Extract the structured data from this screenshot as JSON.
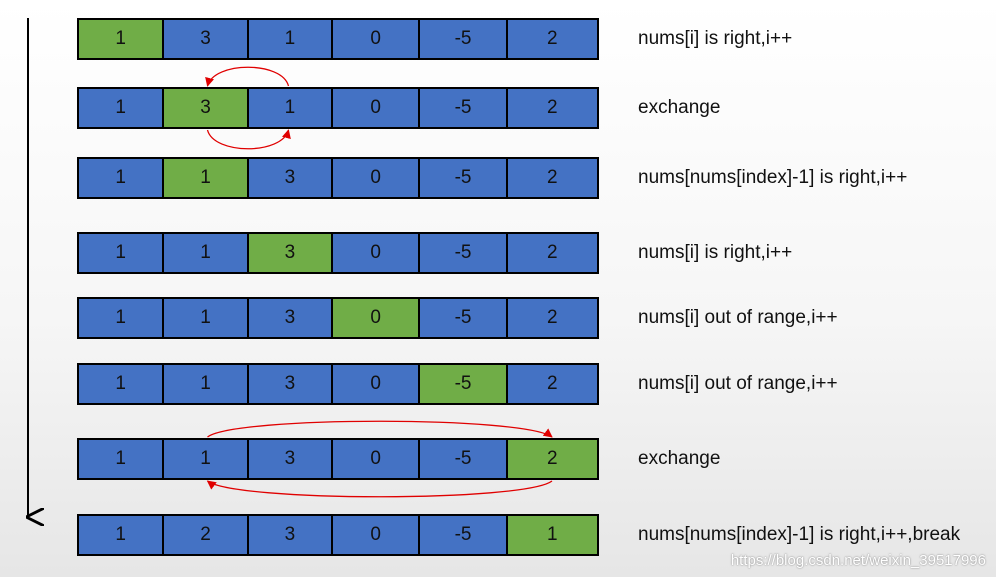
{
  "steps": [
    {
      "values": [
        "1",
        "3",
        "1",
        "0",
        "-5",
        "2"
      ],
      "highlight": [
        0
      ],
      "note": "nums[i] is right,i++"
    },
    {
      "values": [
        "1",
        "3",
        "1",
        "0",
        "-5",
        "2"
      ],
      "highlight": [
        1
      ],
      "note": "exchange"
    },
    {
      "values": [
        "1",
        "1",
        "3",
        "0",
        "-5",
        "2"
      ],
      "highlight": [
        1
      ],
      "note": "nums[nums[index]-1] is right,i++"
    },
    {
      "values": [
        "1",
        "1",
        "3",
        "0",
        "-5",
        "2"
      ],
      "highlight": [
        2
      ],
      "note": "nums[i] is right,i++"
    },
    {
      "values": [
        "1",
        "1",
        "3",
        "0",
        "-5",
        "2"
      ],
      "highlight": [
        3
      ],
      "note": "nums[i] out of range,i++"
    },
    {
      "values": [
        "1",
        "1",
        "3",
        "0",
        "-5",
        "2"
      ],
      "highlight": [
        4
      ],
      "note": "nums[i] out of range,i++"
    },
    {
      "values": [
        "1",
        "1",
        "3",
        "0",
        "-5",
        "2"
      ],
      "highlight": [
        5
      ],
      "note": "exchange"
    },
    {
      "values": [
        "1",
        "2",
        "3",
        "0",
        "-5",
        "1"
      ],
      "highlight": [
        5
      ],
      "note": "nums[nums[index]-1] is right,i++,break"
    }
  ],
  "exchanges": [
    {
      "step": 1,
      "from": 1,
      "to": 2
    },
    {
      "step": 6,
      "from": 1,
      "to": 5
    }
  ],
  "colors": {
    "cell": "#4472c4",
    "highlight": "#70ad47",
    "arc": "#e00000",
    "timeline": "#000000"
  },
  "watermark": "https://blog.csdn.net/weixin_39517996"
}
